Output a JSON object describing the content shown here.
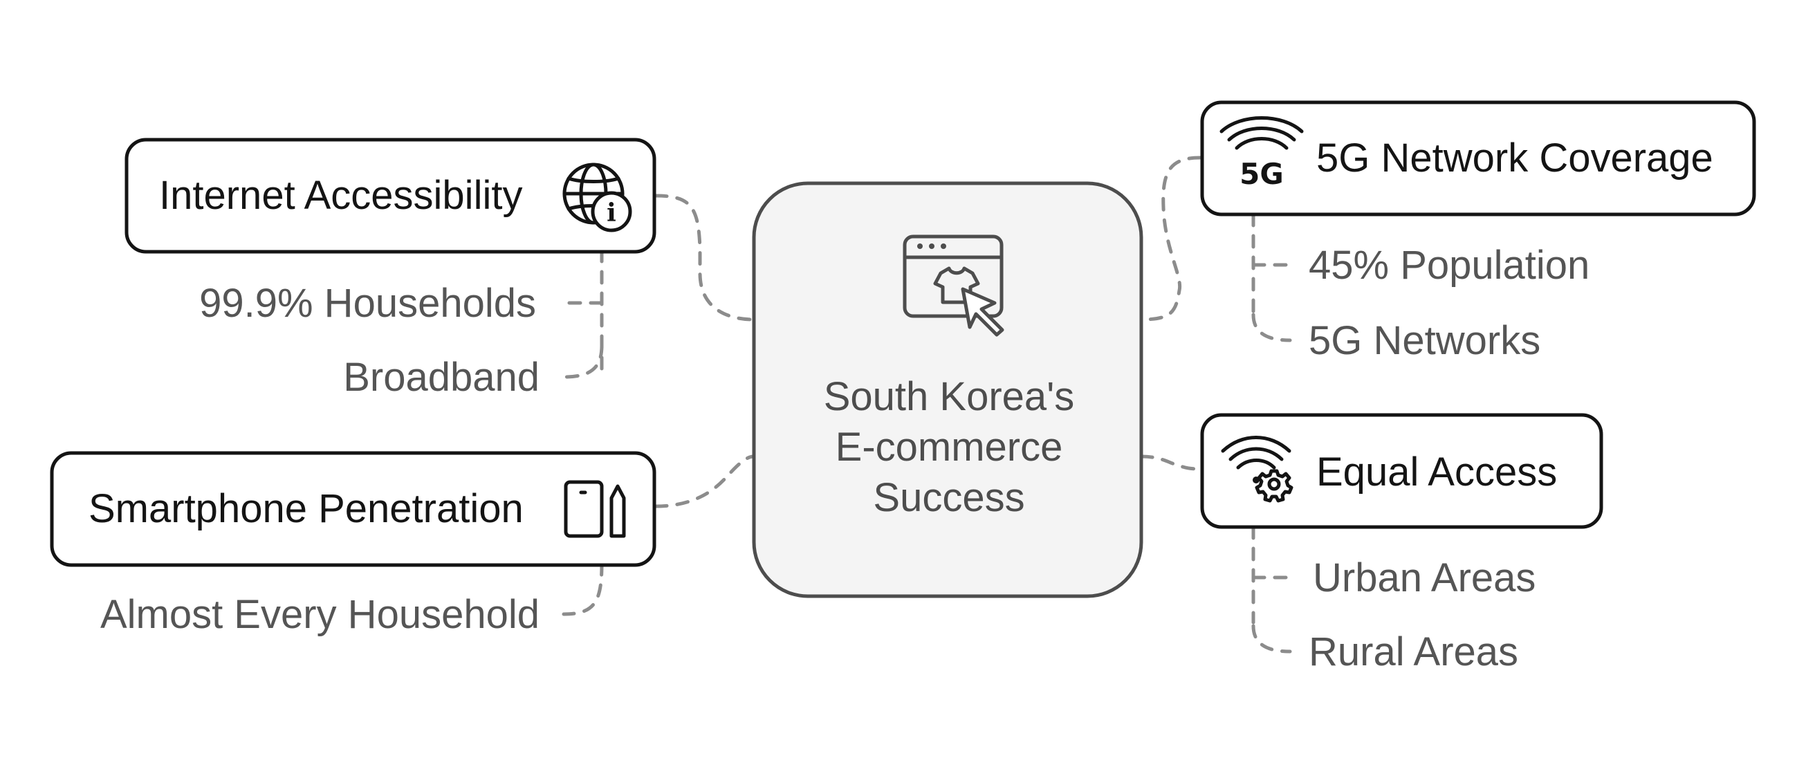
{
  "center": {
    "lines": [
      "South Korea's",
      "E-commerce",
      "Success"
    ],
    "icon": "online-shopping-cursor-icon"
  },
  "nodes": {
    "internet": {
      "title": "Internet Accessibility",
      "icon": "globe-info-icon",
      "items": [
        "99.9% Households",
        "Broadband"
      ]
    },
    "smartphone": {
      "title": "Smartphone Penetration",
      "icon": "smartphone-pencil-icon",
      "items": [
        "Almost Every Household"
      ]
    },
    "fiveg": {
      "title": "5G Network Coverage",
      "icon": "5g-signal-icon",
      "items": [
        "45% Population",
        "5G Networks"
      ]
    },
    "equal": {
      "title": "Equal Access",
      "icon": "wifi-gear-icon",
      "items": [
        "Urban Areas",
        "Rural Areas"
      ]
    }
  },
  "icon_text": {
    "fiveg_glyph": "5G",
    "info_glyph": "i"
  },
  "colors": {
    "node_border": "#141414",
    "center_fill": "#f4f4f4",
    "center_border": "#4d4d4d",
    "connector": "#8c8c8c",
    "sub_text": "#555555"
  }
}
